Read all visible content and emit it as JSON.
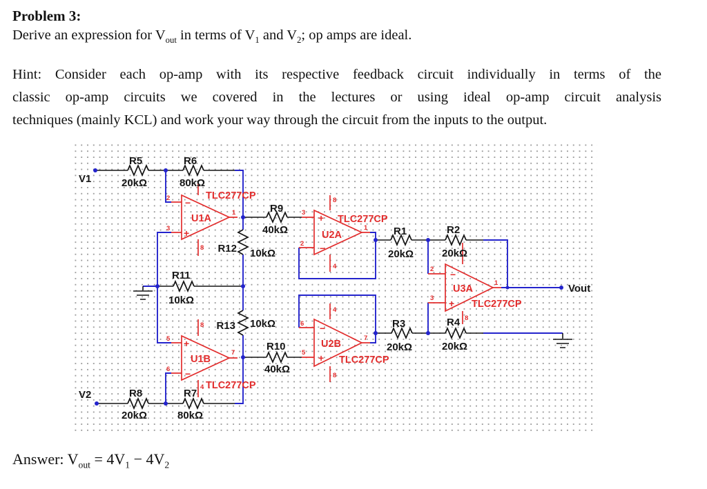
{
  "page": {
    "title": "Problem 3:",
    "prompt": {
      "p1": "Derive an expression for V",
      "s1": "out",
      "p2": " in terms of V",
      "s2": "1",
      "p3": " and V",
      "s3": "2",
      "p4": "; op amps are ideal."
    },
    "hint": {
      "l1": "Hint: Consider each op-amp with its respective feedback circuit individually in terms of the",
      "l2": "classic op-amp circuits we covered in the lectures or using ideal op-amp circuit analysis",
      "l3": "techniques (mainly KCL) and work your way through the circuit from the inputs to the output."
    },
    "answer": {
      "p1": "Answer: V",
      "s1": "out",
      "p2": " = 4V",
      "s2": "1",
      "p3": " − 4V",
      "s3": "2"
    }
  },
  "circuit": {
    "terminals": {
      "v1": "V1",
      "v2": "V2",
      "vout": "Vout"
    },
    "signs": {
      "plus": "+",
      "minus": "−"
    },
    "resistors": {
      "r1": {
        "name": "R1",
        "value": "20kΩ"
      },
      "r2": {
        "name": "R2",
        "value": "20kΩ"
      },
      "r3": {
        "name": "R3",
        "value": "20kΩ"
      },
      "r4": {
        "name": "R4",
        "value": "20kΩ"
      },
      "r5": {
        "name": "R5",
        "value": "20kΩ"
      },
      "r6": {
        "name": "R6",
        "value": "80kΩ"
      },
      "r7": {
        "name": "R7",
        "value": "80kΩ"
      },
      "r8": {
        "name": "R8",
        "value": "20kΩ"
      },
      "r9": {
        "name": "R9",
        "value": "40kΩ"
      },
      "r10": {
        "name": "R10",
        "value": "40kΩ"
      },
      "r11": {
        "name": "R11",
        "value": "10kΩ"
      },
      "r12": {
        "name": "R12",
        "value": "10kΩ"
      },
      "r13": {
        "name": "R13",
        "value": "10kΩ"
      }
    },
    "opamps": {
      "u1a": {
        "name": "U1A",
        "part": "TLC277CP",
        "pins": {
          "inv": "2",
          "ninv": "3",
          "out": "1",
          "pwr_bot": "8"
        }
      },
      "u1b": {
        "name": "U1B",
        "part": "TLC277CP",
        "pins": {
          "ninv": "5",
          "inv": "6",
          "out": "7",
          "pwr_top": "8",
          "pwr_bot": "4"
        }
      },
      "u2a": {
        "name": "U2A",
        "part": "TLC277CP",
        "pins": {
          "ninv": "3",
          "inv": "2",
          "out": "1",
          "pwr_top": "8",
          "pwr_bot": "4"
        }
      },
      "u2b": {
        "name": "U2B",
        "part": "TLC277CP",
        "pins": {
          "inv": "6",
          "ninv": "5",
          "out": "7",
          "pwr_top": "4",
          "pwr_bot": "8"
        }
      },
      "u3a": {
        "name": "U3A",
        "part": "TLC277CP",
        "pins": {
          "inv": "2",
          "ninv": "3",
          "out": "1",
          "pwr_bot": "8"
        }
      }
    }
  }
}
